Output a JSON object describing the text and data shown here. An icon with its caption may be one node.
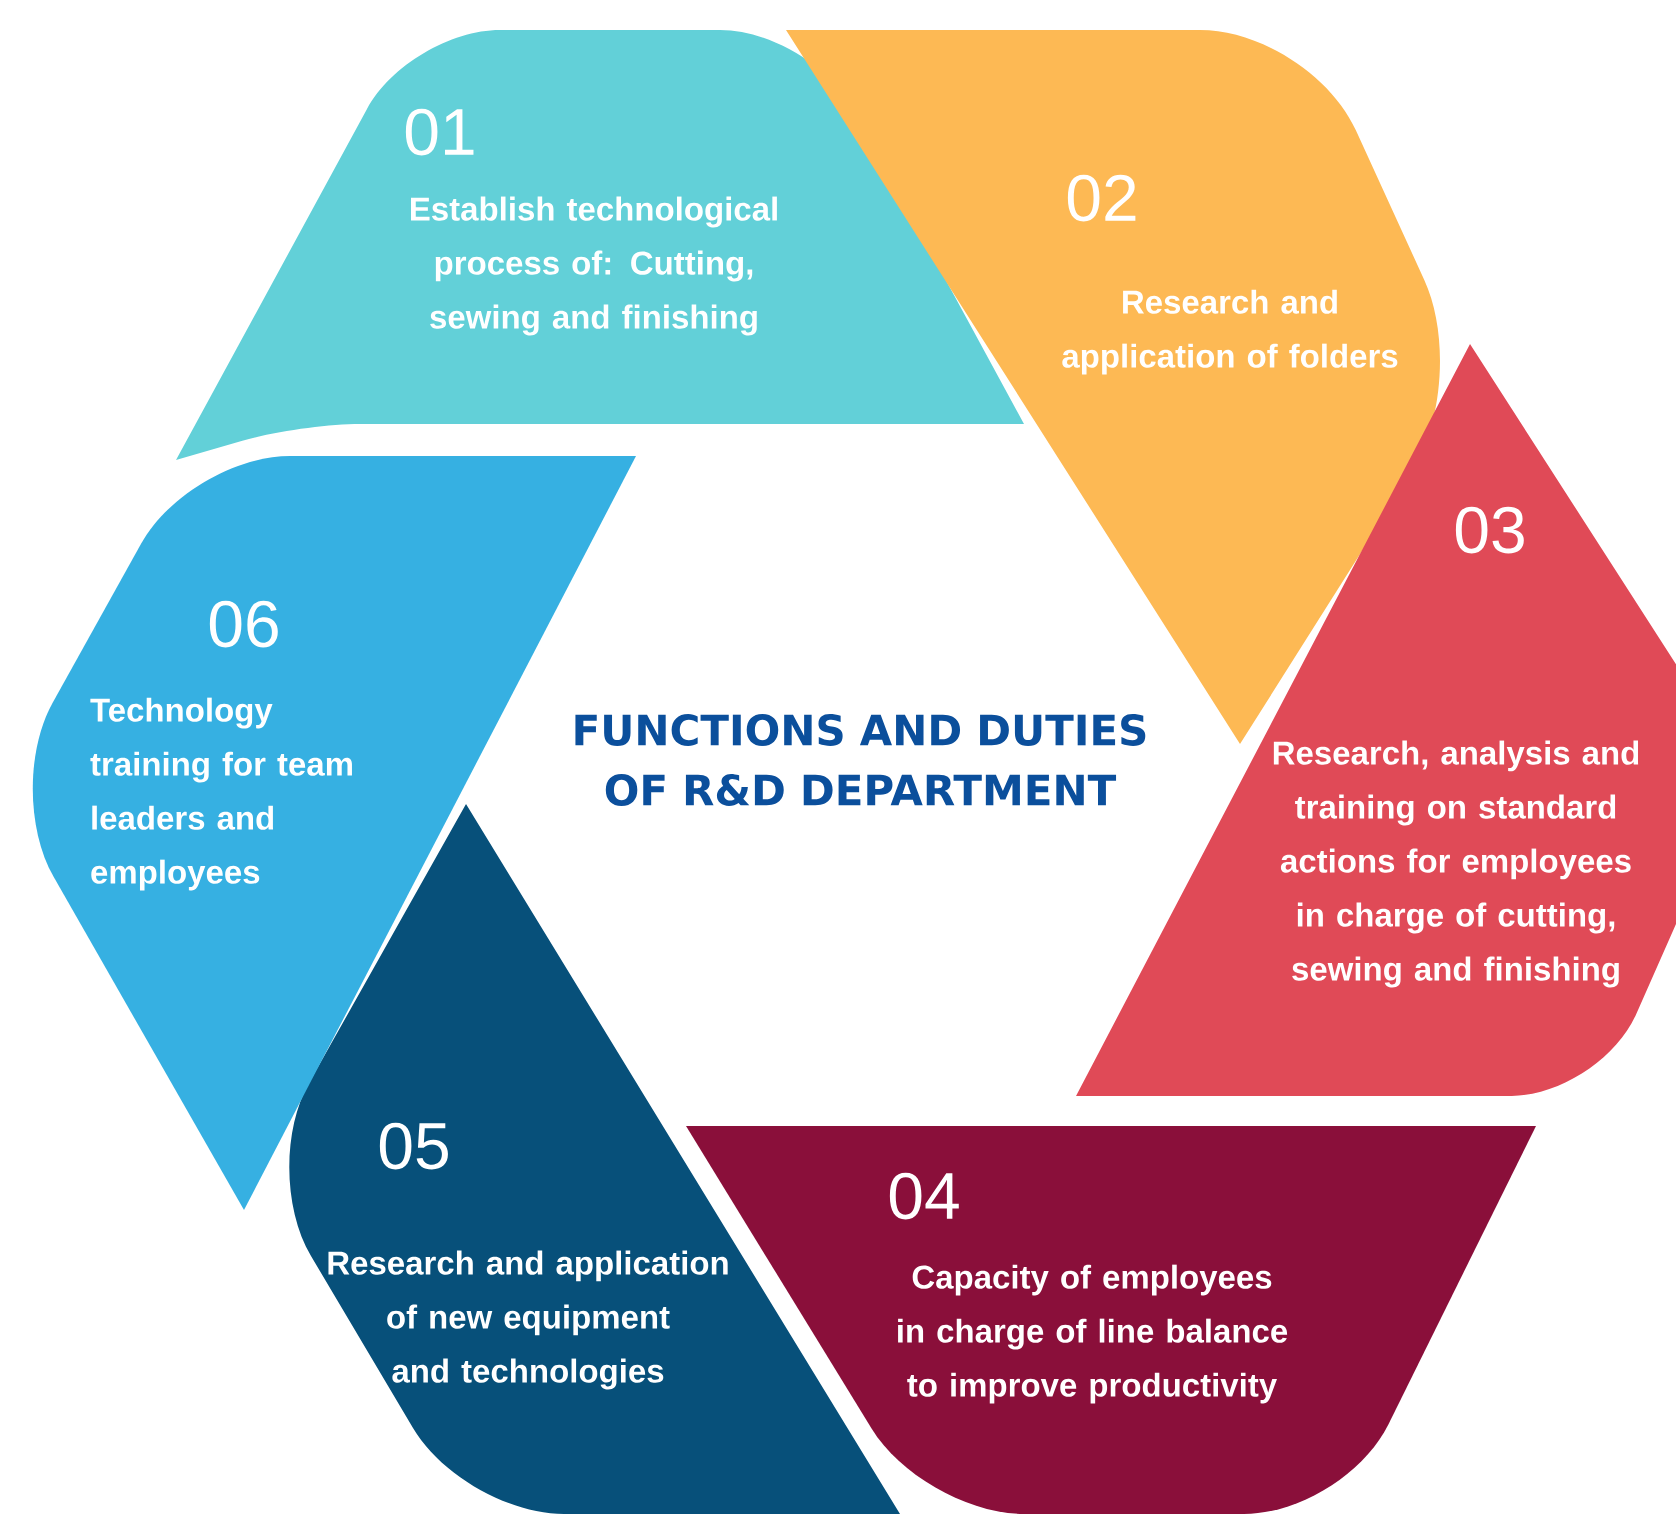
{
  "diagram": {
    "title": "FUNCTIONS AND DUTIES OF R&D DEPARTMENT",
    "nodes": [
      {
        "text": [
          "01",
          "Establish technological process of: Cutting, sewing and finishing"
        ]
      },
      {
        "text": [
          "02",
          "Research and application of folders"
        ]
      },
      {
        "text": [
          "03",
          "Research, analysis and training on standard actions for employees in charge of cutting, sewing and finishing"
        ]
      },
      {
        "text": [
          "04",
          "Capacity of employees in charge of line balance to improve productivity"
        ]
      },
      {
        "text": [
          "05",
          "Research and application of new equipment and technologies"
        ]
      },
      {
        "text": [
          "06",
          "Technology training for team leaders and employees"
        ]
      }
    ]
  }
}
